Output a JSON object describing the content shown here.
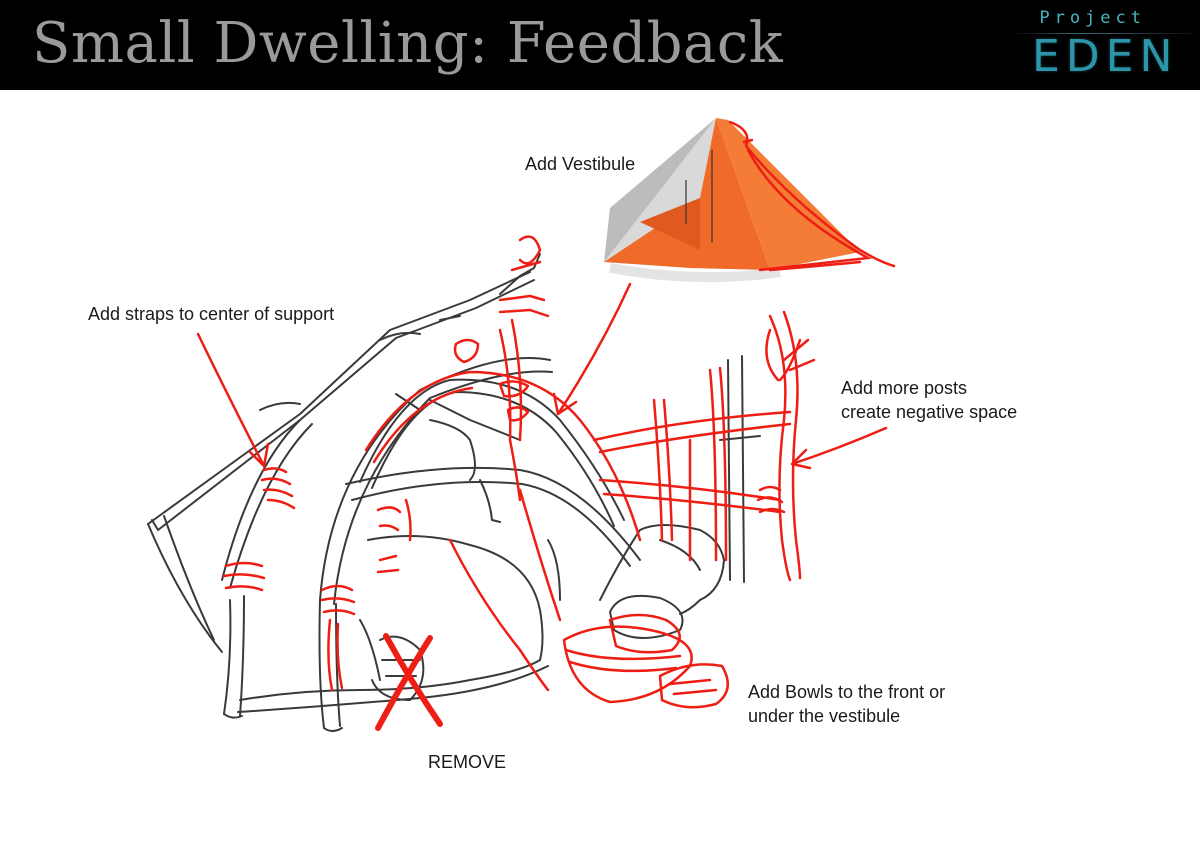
{
  "header": {
    "title": "Small Dwelling: Feedback",
    "logo_small": "Project",
    "logo_big": "EDEN"
  },
  "annotations": {
    "vestibule": "Add Vestibule",
    "straps": "Add straps to center of support",
    "posts": [
      "Add more posts",
      "create negative space"
    ],
    "bowls": [
      "Add Bowls to the front or",
      "under the vestibule"
    ],
    "remove": "REMOVE"
  },
  "colors": {
    "header_bg": "#000000",
    "title": "#9a9a9a",
    "logo": "#2c95aa",
    "redline": "#ee1e14",
    "tent_orange": "#f06a2a"
  }
}
